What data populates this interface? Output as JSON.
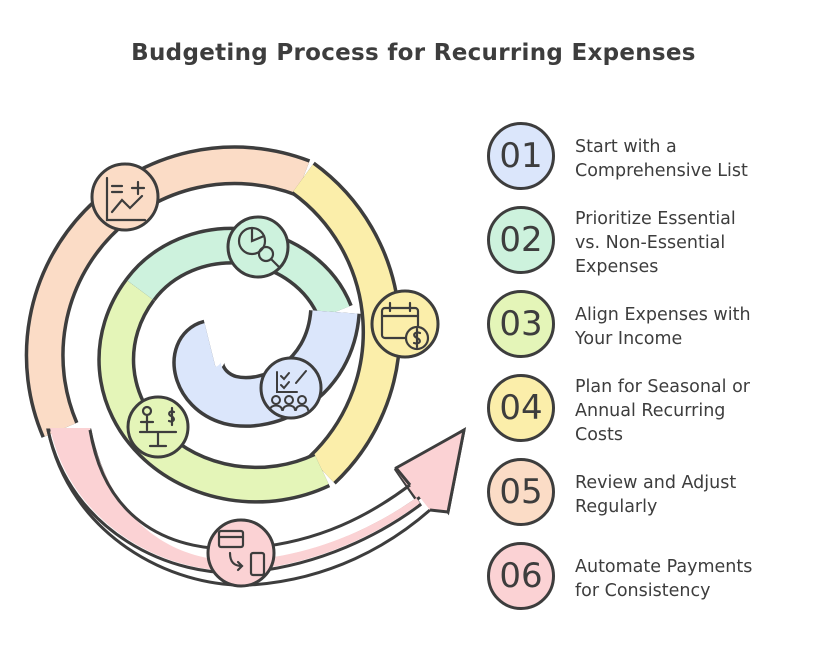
{
  "title": "Budgeting Process for Recurring Expenses",
  "steps": [
    {
      "number": "01",
      "label": "Start with a\nComprehensive List",
      "color": "#dbe6fb",
      "icon": "list-icon"
    },
    {
      "number": "02",
      "label": "Prioritize Essential\nvs. Non-Essential\nExpenses",
      "color": "#cdf2dd",
      "icon": "magnify-chart-icon"
    },
    {
      "number": "03",
      "label": "Align Expenses with\nYour Income",
      "color": "#e4f5b8",
      "icon": "balance-scale-icon"
    },
    {
      "number": "04",
      "label": "Plan for Seasonal or\nAnnual Recurring\nCosts",
      "color": "#fbeeaa",
      "icon": "calendar-dollar-icon"
    },
    {
      "number": "05",
      "label": "Review and Adjust\nRegularly",
      "color": "#fbdcc6",
      "icon": "chart-plus-icon"
    },
    {
      "number": "06",
      "label": "Automate Payments\nfor Consistency",
      "color": "#fbd2d4",
      "icon": "card-phone-icon"
    }
  ]
}
